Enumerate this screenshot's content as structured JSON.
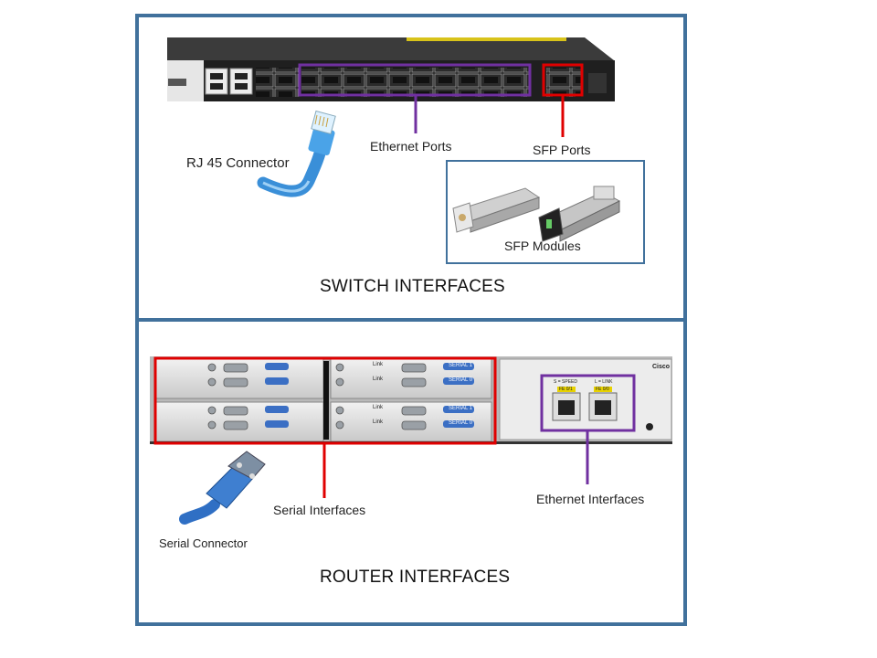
{
  "switch": {
    "title": "SWITCH INTERFACES",
    "labels": {
      "ethernet_ports": "Ethernet Ports",
      "sfp_ports": "SFP Ports",
      "rj45": "RJ 45 Connector",
      "sfp_modules": "SFP Modules"
    }
  },
  "router": {
    "title": "ROUTER INTERFACES",
    "labels": {
      "serial_interfaces": "Serial Interfaces",
      "serial_connector": "Serial Connector",
      "ethernet_interfaces": "Ethernet Interfaces"
    },
    "port_tags": {
      "serial1": "SERIAL 1",
      "serial0": "SERIAL 0",
      "link": "Link",
      "speed": "S = SPEED",
      "link_legend": "L = LINK",
      "fe00": "FE 0/1",
      "fe01": "FE 0/0",
      "brand": "Cisco"
    }
  },
  "colors": {
    "panel_border": "#41719c",
    "purple_highlight": "#7030a0",
    "red_highlight": "#e00000",
    "cable_blue": "#3a8fd8"
  }
}
